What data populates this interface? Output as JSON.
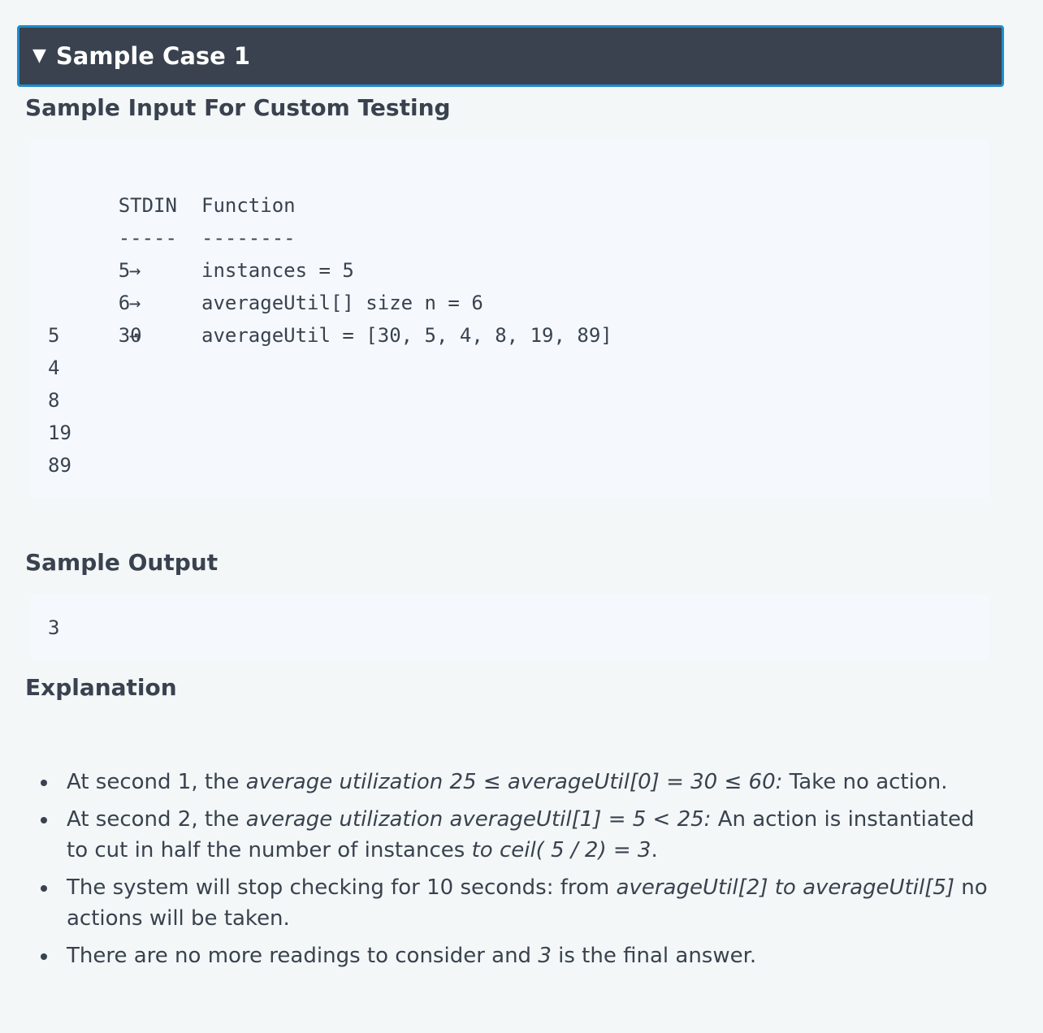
{
  "case_header": {
    "arrow": "▼",
    "title": "Sample Case 1"
  },
  "input_section": {
    "title": "Sample Input For Custom Testing",
    "header": {
      "col1": "STDIN",
      "col3": "Function"
    },
    "divider": {
      "col1": "-----",
      "col3": "--------"
    },
    "rows": [
      {
        "stdin": "5",
        "arrow": "→",
        "function": "instances = 5"
      },
      {
        "stdin": "6",
        "arrow": "→",
        "function": "averageUtil[] size n = 6"
      },
      {
        "stdin": "30",
        "arrow": "→",
        "function": "averageUtil = [30, 5, 4, 8, 19, 89]"
      },
      {
        "stdin": "5"
      },
      {
        "stdin": "4"
      },
      {
        "stdin": "8"
      },
      {
        "stdin": "19"
      },
      {
        "stdin": "89"
      }
    ]
  },
  "output_section": {
    "title": "Sample Output",
    "value": "3"
  },
  "explanation": {
    "title": "Explanation",
    "bullets": [
      {
        "p1": "At second 1, the ",
        "i1": "average utilization 25 ≤ averageUtil[0] = 30 ≤ 60:",
        "p2": "  Take no action."
      },
      {
        "p1": "At second 2, the ",
        "i1": "average utilization averageUtil[1] = 5 < 25:",
        "p2": " An action is instantiated to cut in half the number of instances ",
        "i2": "to ceil( 5 / 2) = 3",
        "p3": "."
      },
      {
        "p1": "The system will stop checking for 10 seconds:  from ",
        "i1": "averageUtil[2] to averageUtil[5]",
        "p2": " no actions will be taken."
      },
      {
        "p1": "There are no more readings to consider and ",
        "i1": "3",
        "p2": " is the final answer."
      }
    ]
  }
}
